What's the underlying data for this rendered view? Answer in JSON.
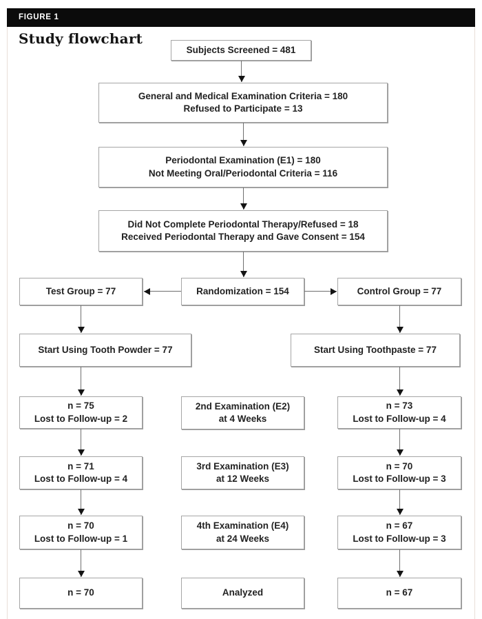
{
  "figure": {
    "label": "FIGURE 1",
    "title": "Study flowchart"
  },
  "boxes": {
    "screened": {
      "line1": "Subjects Screened = 481"
    },
    "medical": {
      "line1": "General and Medical Examination Criteria = 180",
      "line2": "Refused to Participate = 13"
    },
    "perio_exam": {
      "line1": "Periodontal Examination (E1) = 180",
      "line2": "Not Meeting Oral/Periodontal Criteria = 116"
    },
    "therapy": {
      "line1": "Did Not Complete Periodontal Therapy/Refused = 18",
      "line2": "Received Periodontal Therapy and Gave Consent = 154"
    },
    "test_group": {
      "line1": "Test Group = 77"
    },
    "randomization": {
      "line1": "Randomization = 154"
    },
    "control_group": {
      "line1": "Control Group = 77"
    },
    "start_powder": {
      "line1": "Start Using Tooth Powder = 77"
    },
    "start_paste": {
      "line1": "Start Using Toothpaste = 77"
    },
    "test_e2": {
      "line1": "n = 75",
      "line2": "Lost to Follow-up = 2"
    },
    "exam_e2": {
      "line1": "2nd Examination (E2)",
      "line2": "at 4 Weeks"
    },
    "control_e2": {
      "line1": "n = 73",
      "line2": "Lost to Follow-up = 4"
    },
    "test_e3": {
      "line1": "n = 71",
      "line2": "Lost to Follow-up = 4"
    },
    "exam_e3": {
      "line1": "3rd Examination (E3)",
      "line2": "at 12 Weeks"
    },
    "control_e3": {
      "line1": "n = 70",
      "line2": "Lost to Follow-up = 3"
    },
    "test_e4": {
      "line1": "n = 70",
      "line2": "Lost to Follow-up = 1"
    },
    "exam_e4": {
      "line1": "4th Examination (E4)",
      "line2": "at 24 Weeks"
    },
    "control_e4": {
      "line1": "n = 67",
      "line2": "Lost to Follow-up = 3"
    },
    "test_final": {
      "line1": "n = 70"
    },
    "analyzed": {
      "line1": "Analyzed"
    },
    "control_final": {
      "line1": "n = 67"
    }
  },
  "colors": {
    "figure_bar_bg": "#0b0b0b",
    "figure_bar_text": "#ffffff",
    "box_border": "#a5a5a5",
    "box_text": "#222222",
    "arrow_stem": "#6e6e6e",
    "arrow_head": "#141414",
    "frame_border": "#e9ded8"
  }
}
